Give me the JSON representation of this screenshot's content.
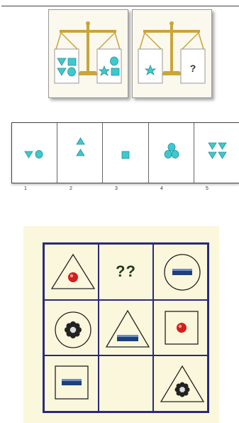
{
  "puzzle1": {
    "right_pan_label": "?",
    "option_numbers": [
      "1",
      "2",
      "3",
      "4",
      "5"
    ],
    "colors": {
      "shape": "#3cc9cf",
      "shape_stroke": "#2a8f94",
      "scale": "#c9a53a"
    }
  },
  "puzzle2": {
    "missing_label": "??",
    "colors": {
      "grid_line": "#2a2a7a",
      "background": "#fbf7dc",
      "dot": "#d21f1f",
      "bar": "#1f3f7a",
      "flower": "#222222"
    },
    "cells": [
      [
        "triangle-with-dot",
        "missing",
        "circle-with-bar"
      ],
      [
        "circle-with-flower",
        "triangle-with-bar",
        "square-with-dot"
      ],
      [
        "square-with-bar",
        "empty",
        "triangle-with-flower"
      ]
    ]
  }
}
